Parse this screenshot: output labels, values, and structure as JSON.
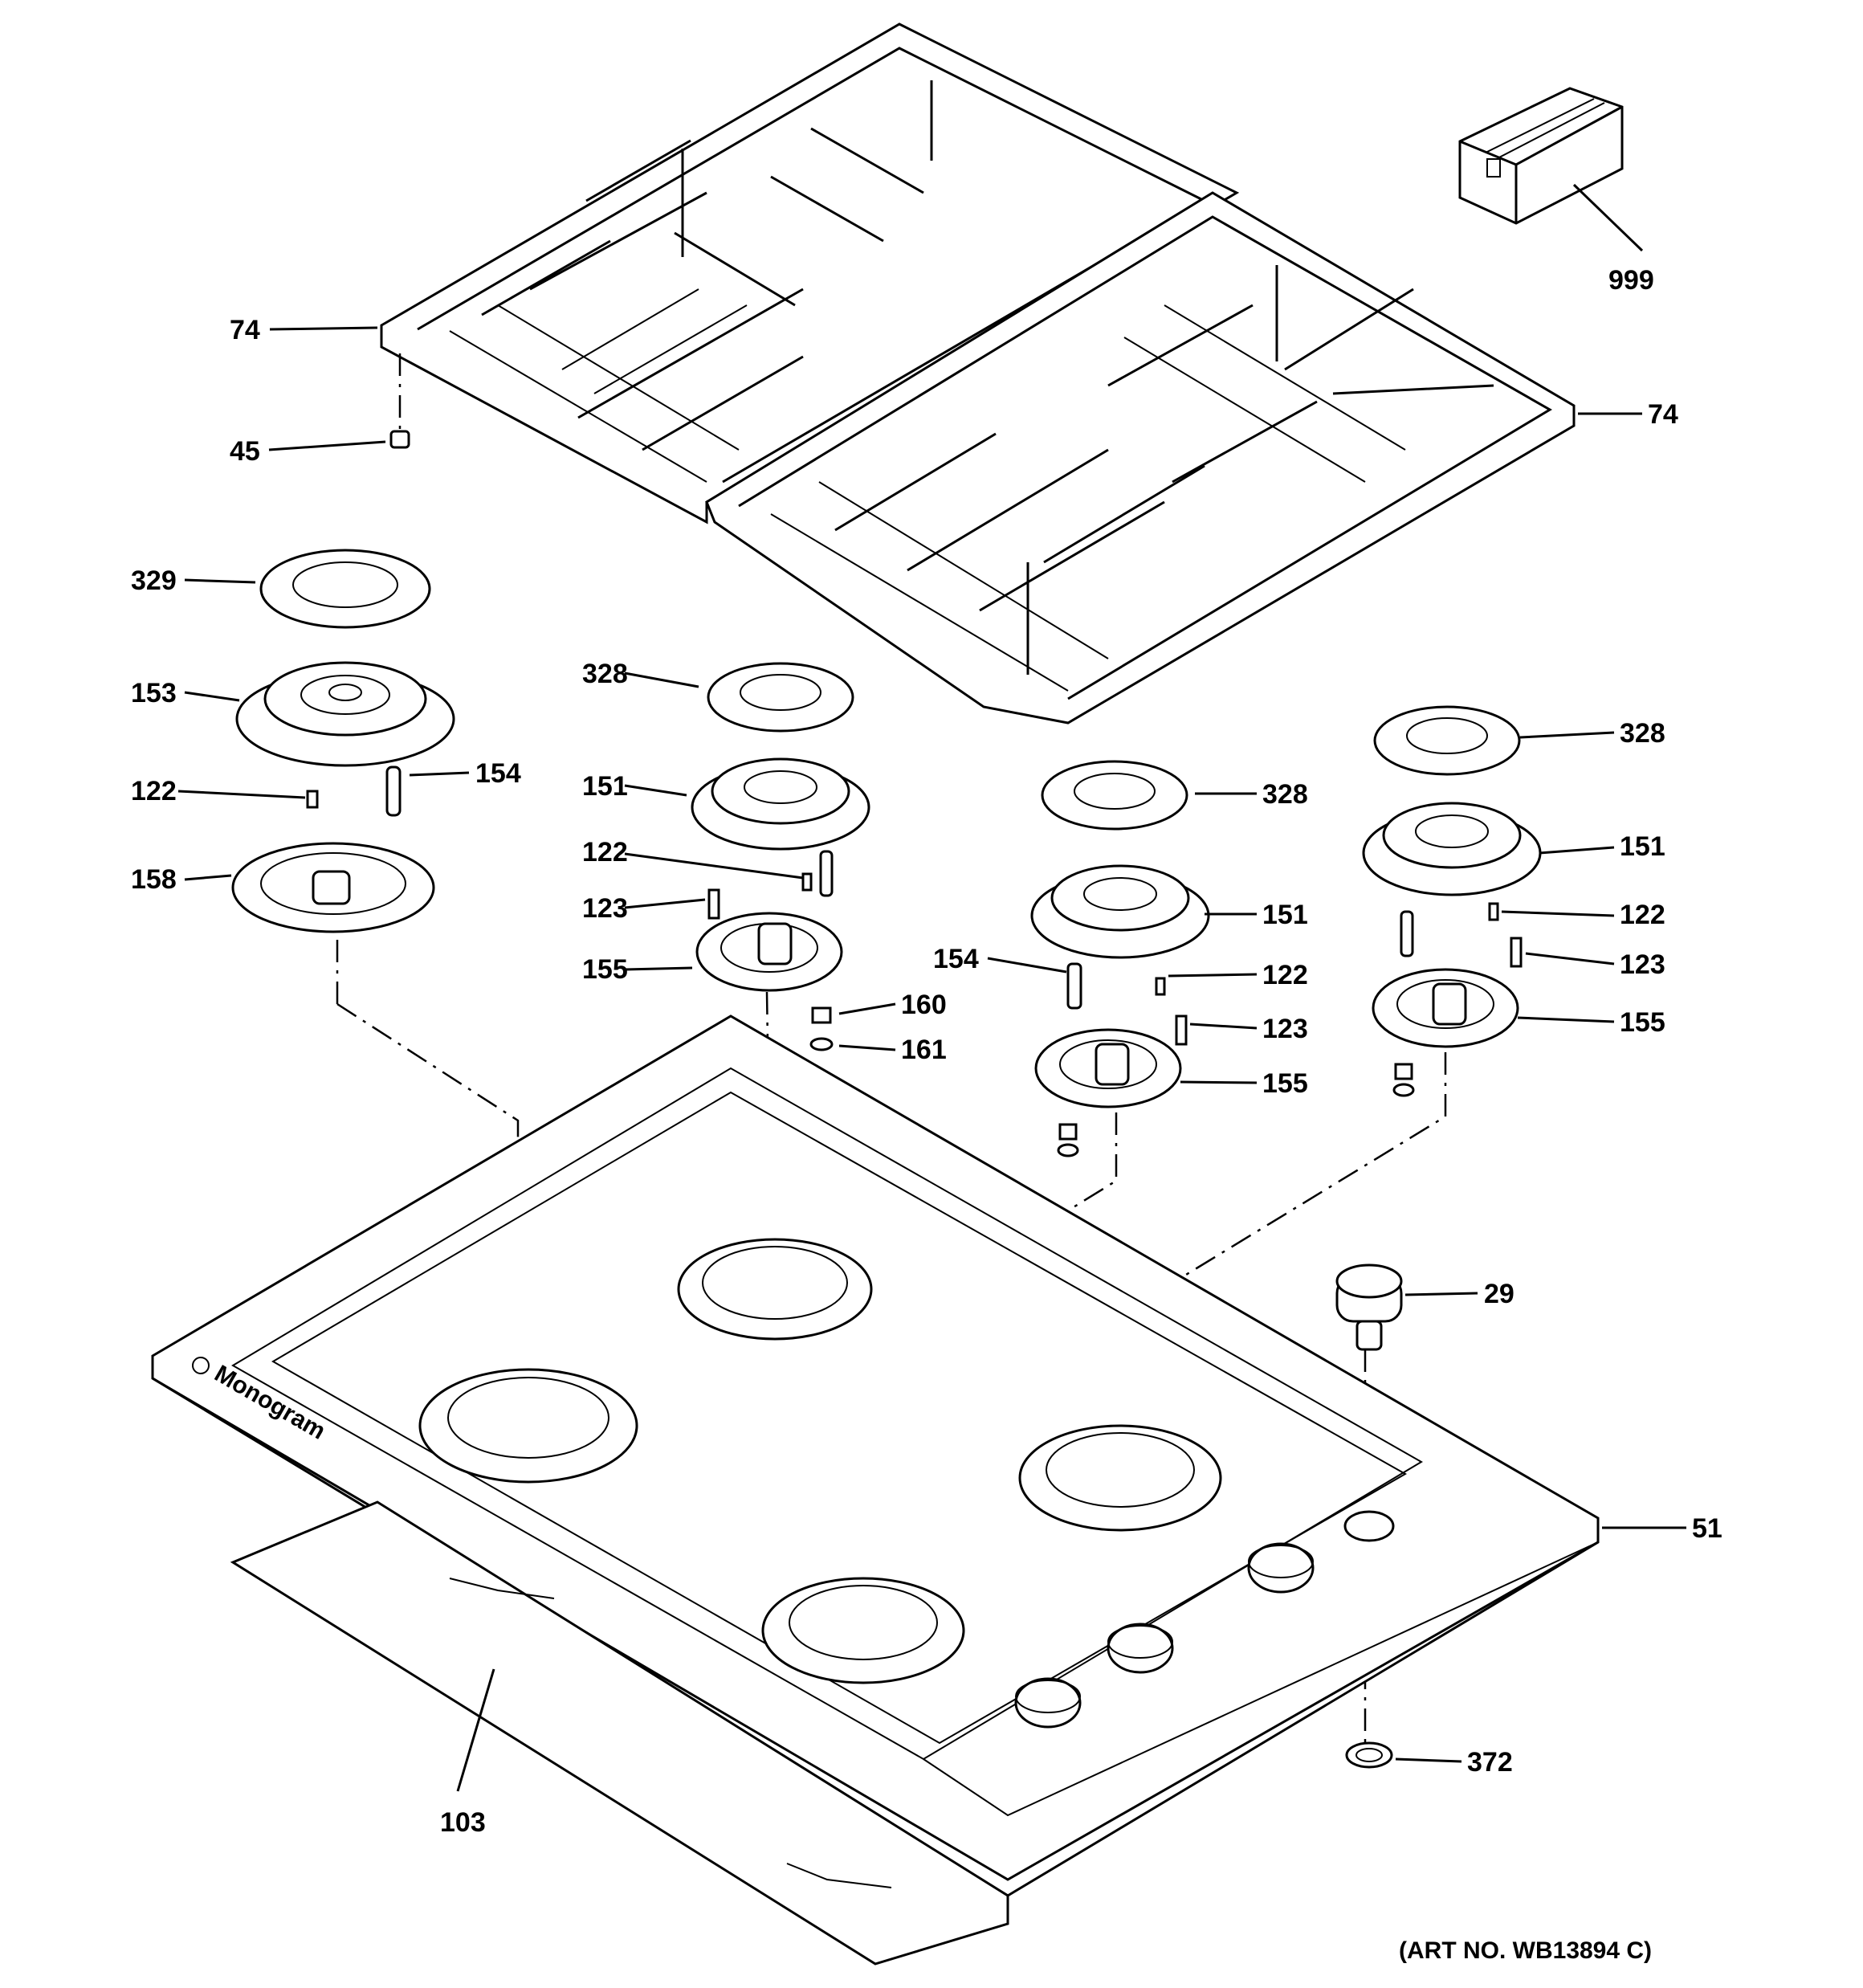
{
  "art_number": "(ART NO. WB13894 C)",
  "callouts": {
    "c999": "999",
    "c74a": "74",
    "c74b": "74",
    "c45": "45",
    "c329": "329",
    "c153": "153",
    "c122a": "122",
    "c154a": "154",
    "c158": "158",
    "c328a": "328",
    "c151a": "151",
    "c122b": "122",
    "c123a": "123",
    "c155a": "155",
    "c160": "160",
    "c161": "161",
    "c328b": "328",
    "c151b": "151",
    "c154b": "154",
    "c122c": "122",
    "c123b": "123",
    "c155b": "155",
    "c328c": "328",
    "c151c": "151",
    "c122d": "122",
    "c123c": "123",
    "c155c": "155",
    "c29": "29",
    "c51": "51",
    "c372": "372",
    "c103": "103"
  },
  "brand_logo_text": "Monogram"
}
